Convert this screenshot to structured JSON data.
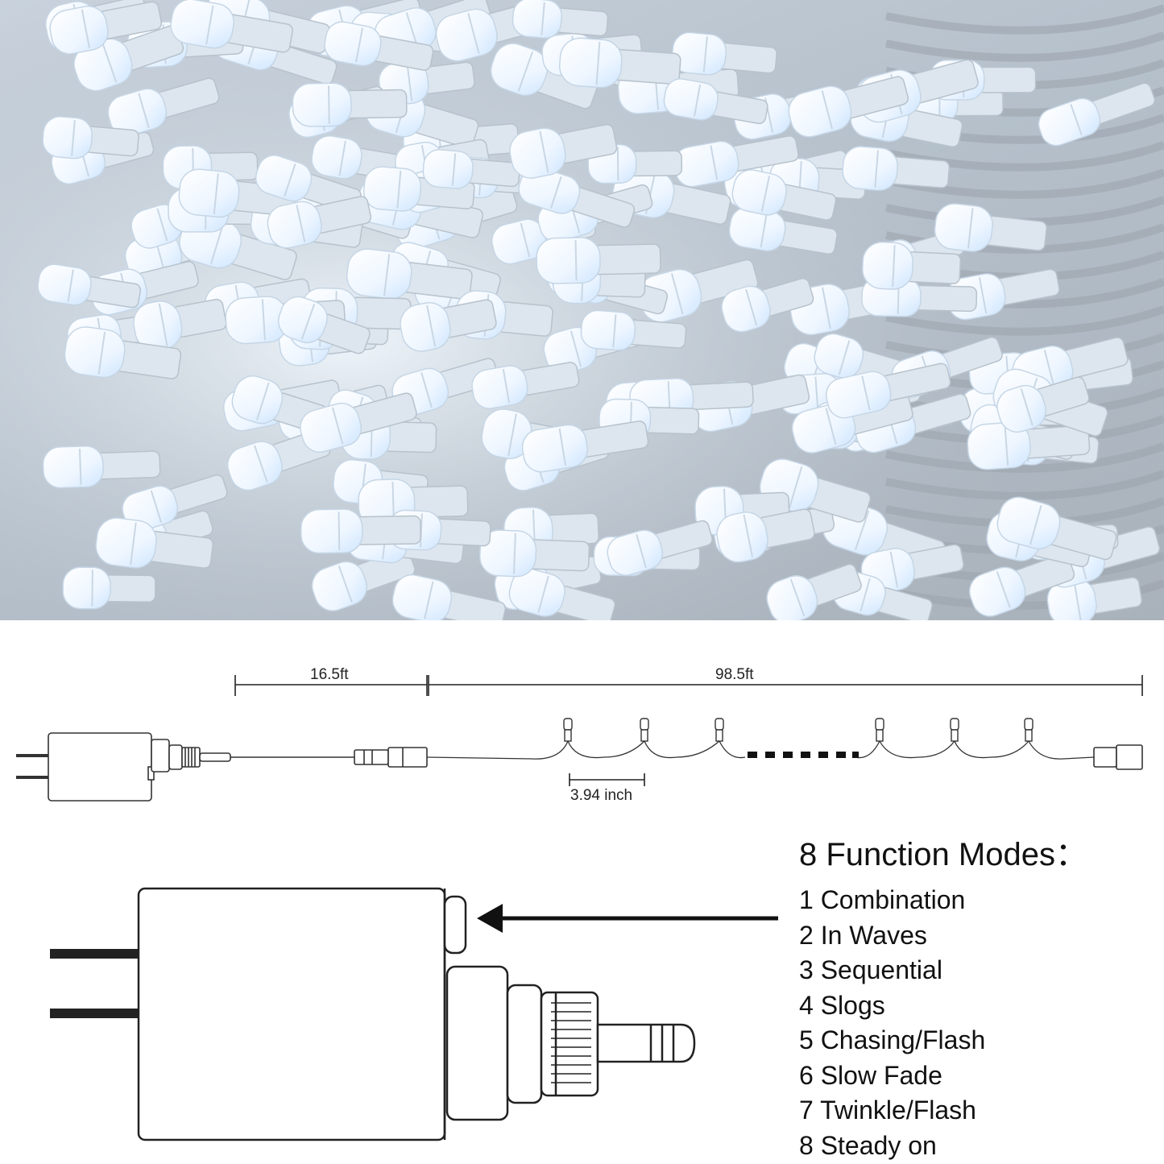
{
  "diagram": {
    "lead_length": "16.5ft",
    "lit_length": "98.5ft",
    "bulb_spacing": "3.94 inch",
    "arrow_color": "#111111",
    "line_color": "#333333"
  },
  "modes": {
    "title": "8 Function Modes",
    "title_suffix": "：",
    "items": [
      {
        "num": "1",
        "label": "Combination"
      },
      {
        "num": "2",
        "label": "In Waves"
      },
      {
        "num": "3",
        "label": "Sequential"
      },
      {
        "num": "4",
        "label": "Slogs"
      },
      {
        "num": "5",
        "label": "Chasing/Flash"
      },
      {
        "num": "6",
        "label": "Slow Fade"
      },
      {
        "num": "7",
        "label": "Twinkle/Flash"
      },
      {
        "num": "8",
        "label": "Steady on"
      }
    ]
  },
  "photo": {
    "subject": "led-string-lights-photo",
    "bulb_color": "#eef6ff",
    "glow_color": "#cfe6ff"
  }
}
